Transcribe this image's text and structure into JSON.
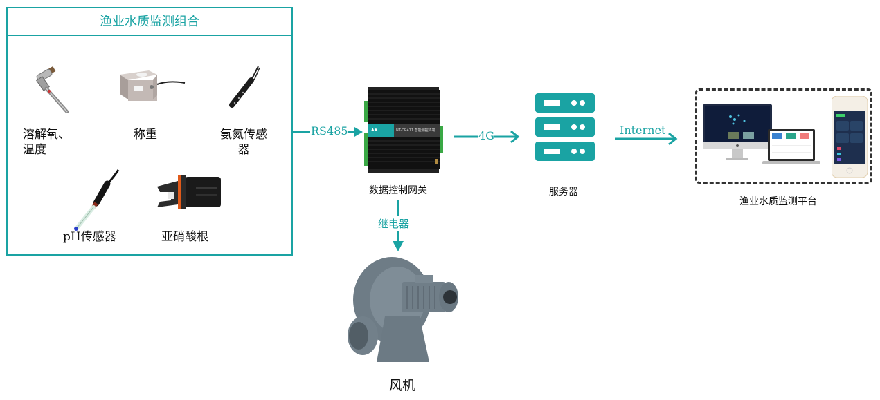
{
  "sensor_group": {
    "title": "渔业水质监测组合",
    "sensors": [
      {
        "icon": "dissolved-oxygen-probe",
        "label_line1": "溶解氧、",
        "label_line2": "温度"
      },
      {
        "icon": "load-cell",
        "label_line1": "称重",
        "label_line2": ""
      },
      {
        "icon": "ammonia-nitrogen-probe",
        "label_line1": "氨氮传感",
        "label_line2": "器"
      },
      {
        "icon": "ph-probe",
        "label_line1": "pH传感器",
        "label_line2": ""
      },
      {
        "icon": "nitrite-probe",
        "label_line1": "亚硝酸根",
        "label_line2": ""
      }
    ]
  },
  "edges": {
    "rs485": "RS485",
    "four_g": "4G",
    "internet": "Internet",
    "relay": "继电器"
  },
  "gateway": {
    "label": "数据控制网关",
    "panel_text": "NT-DR411  智能测控终端",
    "brand_color": "#1aa3a3"
  },
  "server": {
    "label": "服务器"
  },
  "platform": {
    "label": "渔业水质监测平台"
  },
  "fan": {
    "label": "风机"
  },
  "colors": {
    "accent": "#1aa3a3",
    "dashed_border": "#333333"
  }
}
